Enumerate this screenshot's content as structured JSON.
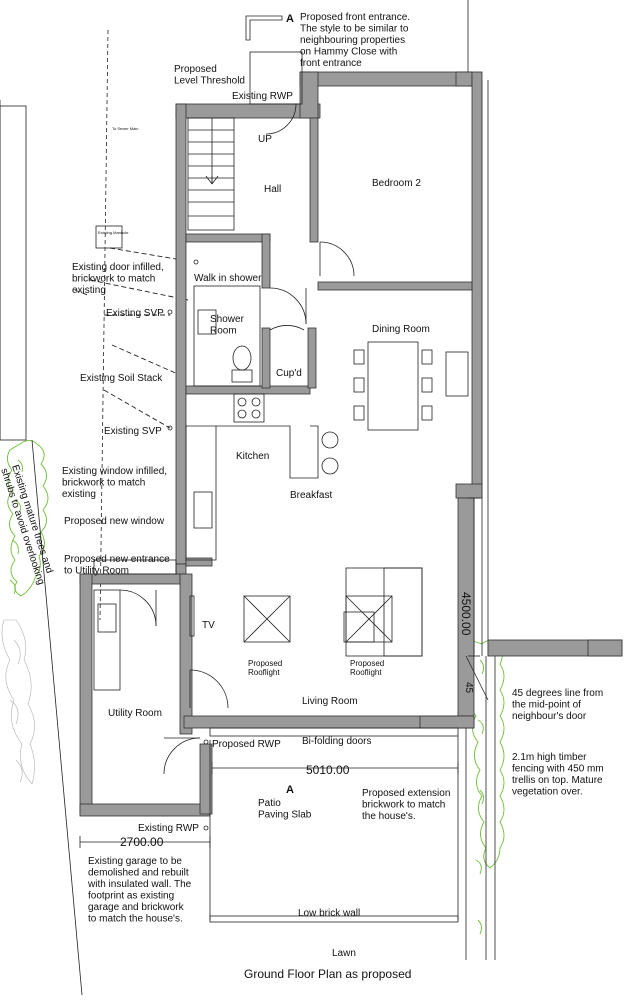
{
  "labels": {
    "front_entrance": "Proposed front entrance.\nThe style to be similar to\nneighbouring properties\non Hammy Close with\nfront entrance",
    "level_threshold": "Proposed\nLevel Threshold",
    "existing_rwp_top": "Existing RWP",
    "up": "UP",
    "hall": "Hall",
    "bedroom2": "Bedroom 2",
    "to_sewer": "To Sewer Main",
    "existing_mh": "Existing\nManhole",
    "door_infilled": "Existing door infilled,\nbrickwork to match\nexisting",
    "walk_in_shower": "Walk in shower",
    "existing_svp_1": "Existing SVP",
    "shower_room": "Shower\nRoom",
    "dining_room": "Dining Room",
    "soil_stack": "Existing Soil Stack",
    "cupd": "Cup'd",
    "existing_svp_2": "Existing SVP",
    "kitchen": "Kitchen",
    "window_infilled": "Existing window infilled,\nbrickwork to match\nexisting",
    "breakfast": "Breakfast",
    "trees": "Existing mature trees and\nshrubs to avoid overlooking",
    "new_window": "Proposed new window",
    "new_entrance": "Proposed new entrance\nto Utility Room",
    "tv": "TV",
    "rooflight_1": "Proposed\nRooflight",
    "rooflight_2": "Proposed\nRooflight",
    "utility_room": "Utility Room",
    "living_room": "Living Room",
    "forty_five": "45 degrees line from\nthe mid-point of\nneighbour's door",
    "forty_five_tick": "45",
    "proposed_rwp": "Proposed RWP",
    "bi_folding": "Bi-folding doors",
    "timber_fencing": "2.1m high timber\nfencing with 450 mm\ntrellis on top. Mature\nvegetation over.",
    "patio": "Patio\nPaving Slab",
    "extension_brick": "Proposed extension\nbrickwork to match\nthe house's.",
    "existing_rwp_bottom": "Existing RWP",
    "garage_note": "Existing garage to be\ndemolished and rebuilt\nwith insulated wall. The\nfootprint as existing\ngarage and brickwork\nto match the house's.",
    "low_brick_wall": "Low brick wall",
    "lawn": "Lawn",
    "section_marker_top": "A",
    "section_marker_bottom": "A"
  },
  "dimensions": {
    "width_5010": "5010.00",
    "width_2700": "2700.00",
    "depth_4500": "4500.00"
  },
  "title": "Ground Floor Plan as proposed"
}
